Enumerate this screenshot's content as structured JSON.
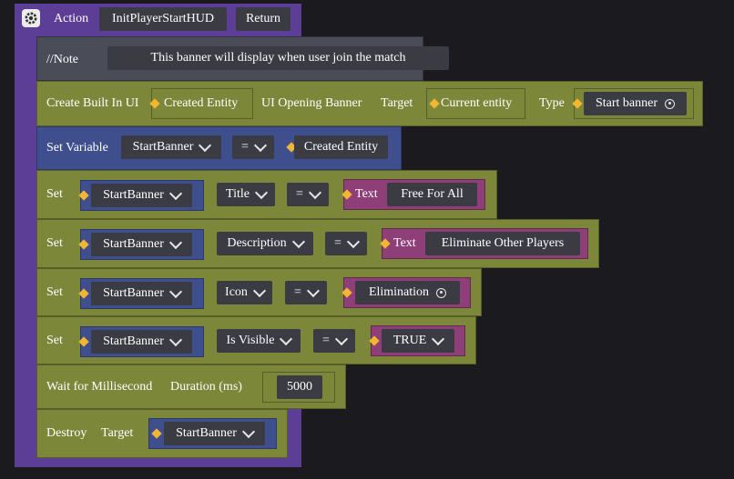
{
  "action": {
    "label": "Action",
    "name": "InitPlayerStartHUD",
    "return_label": "Return"
  },
  "note": {
    "label": "//Note",
    "text": "This banner will display when user join the match"
  },
  "create_ui": {
    "label": "Create Built In UI",
    "entity_chip": "Created Entity",
    "ui_label": "UI Opening Banner",
    "target_label": "Target",
    "target_value": "Current entity",
    "type_label": "Type",
    "type_value": "Start banner"
  },
  "set_variable": {
    "label": "Set Variable",
    "variable": "StartBanner",
    "op": "=",
    "value": "Created Entity"
  },
  "set_rows": [
    {
      "label": "Set",
      "object": "StartBanner",
      "property": "Title",
      "op": "=",
      "value_type": "Text",
      "value": "Free For All"
    },
    {
      "label": "Set",
      "object": "StartBanner",
      "property": "Description",
      "op": "=",
      "value_type": "Text",
      "value": "Eliminate Other Players"
    },
    {
      "label": "Set",
      "object": "StartBanner",
      "property": "Icon",
      "op": "=",
      "value": "Elimination"
    },
    {
      "label": "Set",
      "object": "StartBanner",
      "property": "Is Visible",
      "op": "=",
      "value": "TRUE"
    }
  ],
  "wait": {
    "label": "Wait for Millisecond",
    "duration_label": "Duration (ms)",
    "duration_value": "5000"
  },
  "destroy": {
    "label": "Destroy",
    "target_label": "Target",
    "target_value": "StartBanner"
  },
  "colors": {
    "background": "#1b1b1f",
    "action_purple": "#5c3e96",
    "block_olive": "#7d873a",
    "variable_blue": "#3f4f8e",
    "text_magenta": "#8e3f78",
    "note_gray": "#4a4c58",
    "field_dark": "#3b3b43",
    "connector_yellow": "#f2b632"
  }
}
